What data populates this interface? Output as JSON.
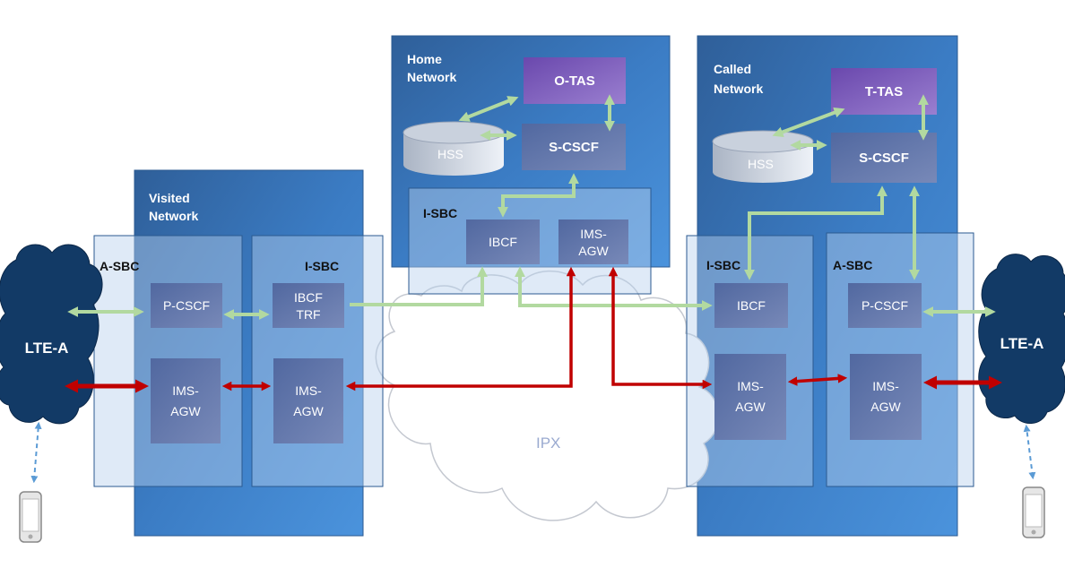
{
  "networks": {
    "visited": {
      "title_line1": "Visited",
      "title_line2": "Network"
    },
    "home": {
      "title_line1": "Home",
      "title_line2": "Network"
    },
    "called": {
      "title_line1": "Called",
      "title_line2": "Network"
    }
  },
  "sbc": {
    "a_sbc_left": "A-SBC",
    "i_sbc_visited": "I-SBC",
    "i_sbc_home": "I-SBC",
    "i_sbc_called": "I-SBC",
    "a_sbc_right": "A-SBC"
  },
  "nodes": {
    "p_cscf_left": "P-CSCF",
    "ibcf_trf_line1": "IBCF",
    "ibcf_trf_line2": "TRF",
    "ims_agw_left_1": "IMS-",
    "ims_agw_left_2": "AGW",
    "ims_agw_vis_1": "IMS-",
    "ims_agw_vis_2": "AGW",
    "o_tas": "O-TAS",
    "hss_home": "HSS",
    "s_cscf_home": "S-CSCF",
    "ibcf_home": "IBCF",
    "ims_agw_home_1": "IMS-",
    "ims_agw_home_2": "AGW",
    "t_tas": "T-TAS",
    "hss_called": "HSS",
    "s_cscf_called": "S-CSCF",
    "ibcf_called": "IBCF",
    "p_cscf_right": "P-CSCF",
    "ims_agw_called_1": "IMS-",
    "ims_agw_called_2": "AGW",
    "ims_agw_right_1": "IMS-",
    "ims_agw_right_2": "AGW"
  },
  "clouds": {
    "lte_left": "LTE-A",
    "lte_right": "LTE-A",
    "ipx": "IPX"
  },
  "colors": {
    "network_bg": "#3a78bf",
    "sbc_bg": "#a9c6e8",
    "node_bg": "#5b74ad",
    "tas_bg": "#7a5cb7",
    "signaling_arrow": "#b2d9a0",
    "media_arrow": "#c00000",
    "phone_link": "#5b9bd5",
    "lte_cloud": "#123a66"
  }
}
